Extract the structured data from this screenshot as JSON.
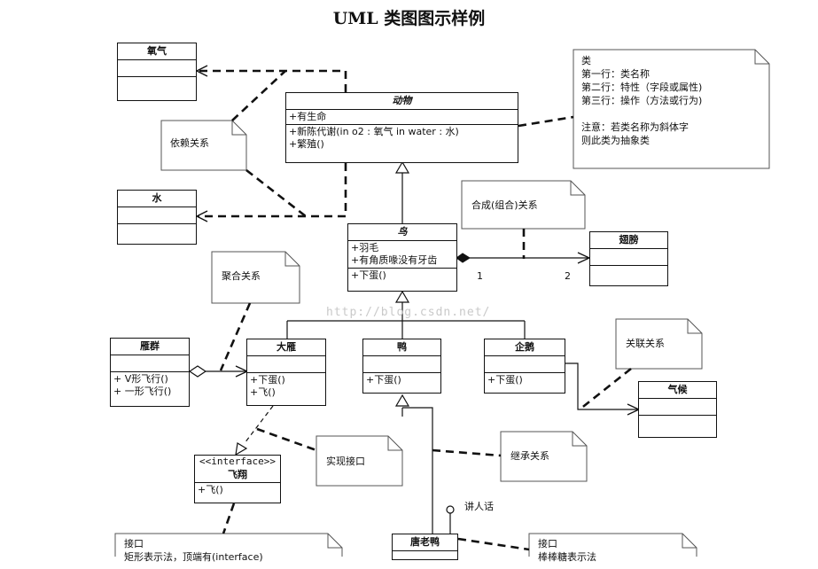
{
  "title": "UML 类图图示样例",
  "watermark": "http://blog.csdn.net/",
  "classes": {
    "oxygen": {
      "name": "氧气"
    },
    "water": {
      "name": "水"
    },
    "animal": {
      "name": "动物",
      "attributes": [
        "+有生命"
      ],
      "operations": [
        "+新陈代谢(in o2 : 氧气  in water : 水)",
        "+繁殖()"
      ]
    },
    "bird": {
      "name": "鸟",
      "attributes": [
        "+羽毛",
        "+有角质喙没有牙齿"
      ],
      "operations": [
        "+下蛋()"
      ]
    },
    "wing": {
      "name": "翅膀"
    },
    "flock": {
      "name": "雁群",
      "operations": [
        "+ V形飞行()",
        "+ 一形飞行()"
      ]
    },
    "goose": {
      "name": "大雁",
      "operations": [
        "+下蛋()",
        "+飞()"
      ]
    },
    "duck": {
      "name": "鸭",
      "operations": [
        "+下蛋()"
      ]
    },
    "penguin": {
      "name": "企鹅",
      "operations": [
        "+下蛋()"
      ]
    },
    "climate": {
      "name": "气候"
    },
    "fly": {
      "stereotype": "<<interface>>",
      "name": "飞翔",
      "operations": [
        "+飞()"
      ]
    },
    "donald": {
      "name": "唐老鸭"
    }
  },
  "notes": {
    "class_note": "类\n第一行：类名称\n第二行：特性（字段或属性)\n第三行：操作（方法或行为)\n\n注意：若类名称为斜体字\n则此类为抽象类",
    "dependency": "依赖关系",
    "composition": "合成(组合)关系",
    "aggregation": "聚合关系",
    "association": "关联关系",
    "realization": "实现接口",
    "inheritance": "继承关系",
    "interface_note": "接口\n矩形表示法，顶端有(interface)",
    "lollipop_note": "接口\n棒棒糖表示法"
  },
  "labels": {
    "mult_1": "1",
    "mult_2": "2",
    "speak": "讲人话"
  }
}
